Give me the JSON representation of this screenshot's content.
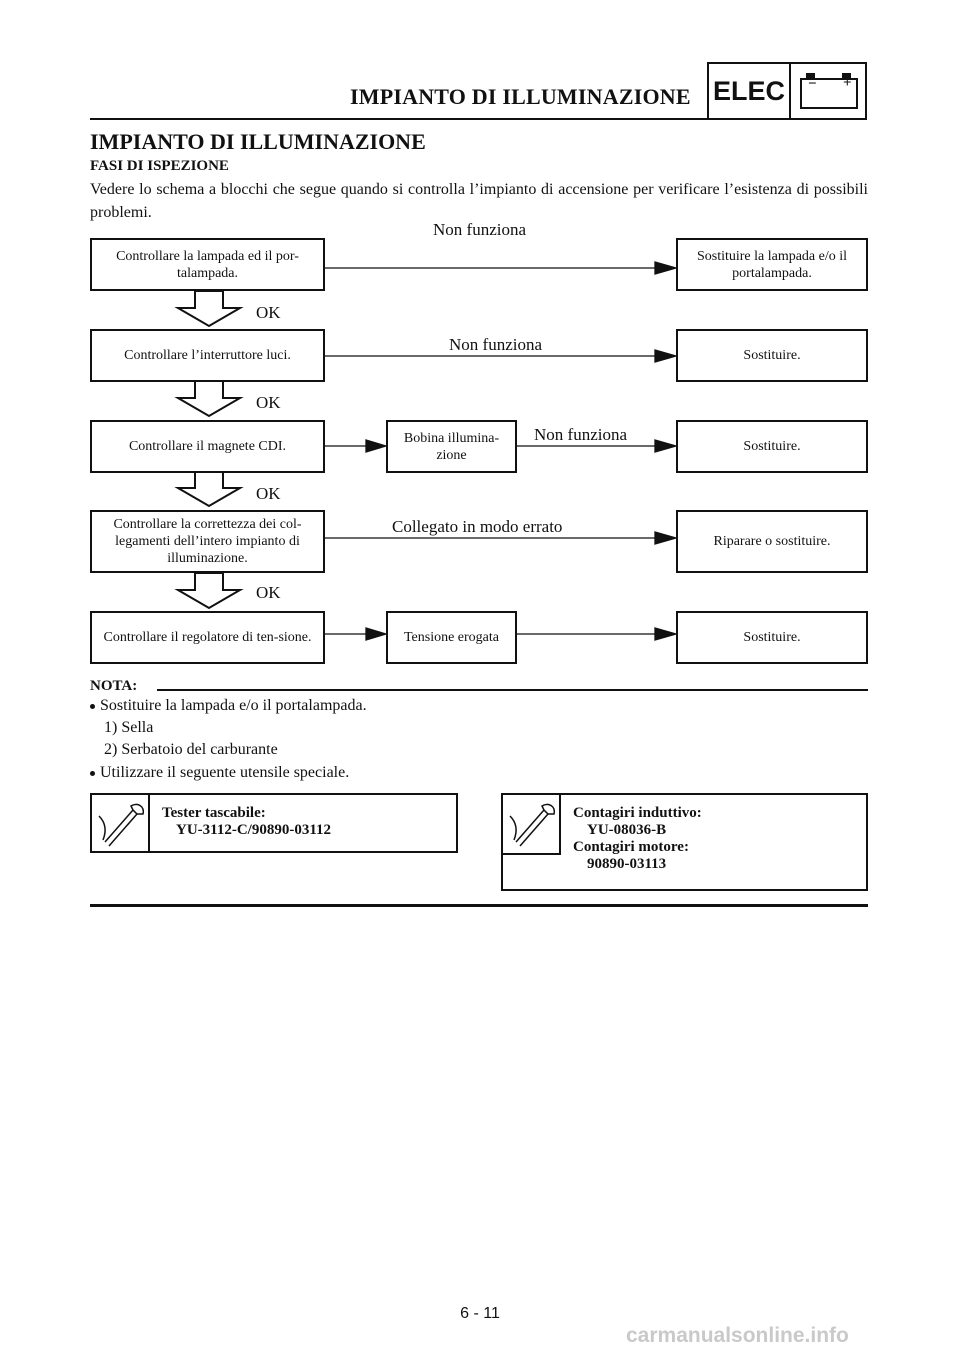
{
  "header": {
    "title": "IMPIANTO DI ILLUMINAZIONE",
    "badge": "ELEC",
    "battery_minus": "−",
    "battery_plus": "+"
  },
  "section": {
    "title": "IMPIANTO DI ILLUMINAZIONE",
    "subtitle": "FASI DI ISPEZIONE",
    "intro": "Vedere lo schema a blocchi che segue quando si controlla l’impianto di accensione per verificare l’esistenza di possibili problemi."
  },
  "flow": {
    "step1": "Controllare la lampada ed il por-talampada.",
    "step1_fail": "Non funziona",
    "step1_action": "Sostituire la lampada e/o il portalampada.",
    "step2": "Controllare l’interruttore luci.",
    "step2_fail": "Non funziona",
    "step2_action": "Sostituire.",
    "step3": "Controllare il magnete CDI.",
    "step3_mid": "Bobina illumina-zione",
    "step3_fail": "Non funziona",
    "step3_action": "Sostituire.",
    "step4": "Controllare la correttezza dei col-legamenti dell’intero impianto di illuminazione.",
    "step4_fail": "Collegato in modo errato",
    "step4_action": "Riparare o sostituire.",
    "step5": "Controllare il regolatore di ten-sione.",
    "step5_mid": "Tensione erogata",
    "step5_action": "Sostituire.",
    "ok": "OK"
  },
  "nota": {
    "label": "NOTA:",
    "item1": "Sostituire la lampada e/o il portalampada.",
    "sub1": "1)  Sella",
    "sub2": "2)  Serbatoio del carburante",
    "item2": "Utilizzare il seguente utensile speciale."
  },
  "tools": {
    "tool1_name": "Tester tascabile:",
    "tool1_code": "YU-3112-C/90890-03112",
    "tool2_name1": "Contagiri induttivo:",
    "tool2_code1": "YU-08036-B",
    "tool2_name2": "Contagiri motore:",
    "tool2_code2": "90890-03113"
  },
  "footer": {
    "page": "6 - 11",
    "watermark": "carmanualsonline.info"
  }
}
